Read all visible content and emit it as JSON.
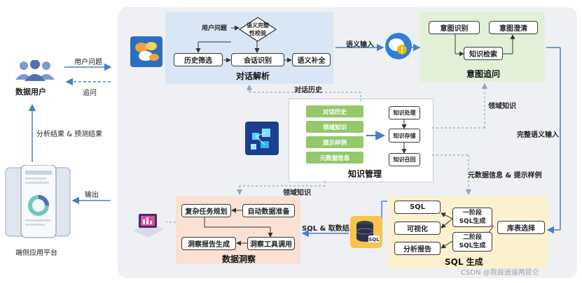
{
  "user": {
    "label": "数据用户"
  },
  "client": {
    "label": "端侧应用平台"
  },
  "edges": {
    "user_question": "用户问题",
    "follow_up": "追问",
    "results": "分析结果 & 预测结果",
    "output": "输出",
    "semantic_input": "语义输入",
    "dialog_history": "对话历史",
    "domain_knowledge_1": "领域知识",
    "complete_semantic_input": "完整语义输入",
    "metadata_prompt": "元数据信息 & 提示样例",
    "domain_knowledge_2": "领域知识",
    "sql_fetch_results": "SQL & 取数结果"
  },
  "dialog_parse": {
    "title": "对话解析",
    "user_question": "用户问题",
    "completeness_check": "语义完整\n性校验",
    "history_filter": "历史筛选",
    "session_recognition": "会话识别",
    "semantic_completion": "语义补全"
  },
  "intent": {
    "title": "意图追问",
    "intent_recognition": "意图识别",
    "intent_clarify": "意图澄清",
    "knowledge_retrieval": "知识检索"
  },
  "knowledge": {
    "title": "知识管理",
    "items": [
      "对话历史",
      "领域知识",
      "提示样例",
      "元数据信息"
    ],
    "knowledge_processing": "知识处理",
    "knowledge_storage": "知识存储",
    "knowledge_recall": "知识召回"
  },
  "insight": {
    "title": "数据洞察",
    "complex_task_planning": "复杂任务规划",
    "auto_data_prep": "自动数据准备",
    "insight_report": "洞察报告生成",
    "insight_tool_call": "洞察工具调用"
  },
  "sqlgen": {
    "title": "SQL 生成",
    "sql": "SQL",
    "visualization": "可视化",
    "analysis_report": "分析报告",
    "stage1": "一阶段\nSQL生成",
    "stage2": "二阶段\nSQL生成",
    "table_selection": "库表选择"
  },
  "watermark": "CSDN @我自逍遥两昆仑",
  "colors": {
    "dialog_bg": "#d8e6f5",
    "intent_bg": "#e3f0d8",
    "knowledge_green": "#93c86b",
    "insight_bg": "#fbe0d4",
    "sql_bg": "#fbf1cf",
    "arrow_blue": "#4a7fc7"
  }
}
